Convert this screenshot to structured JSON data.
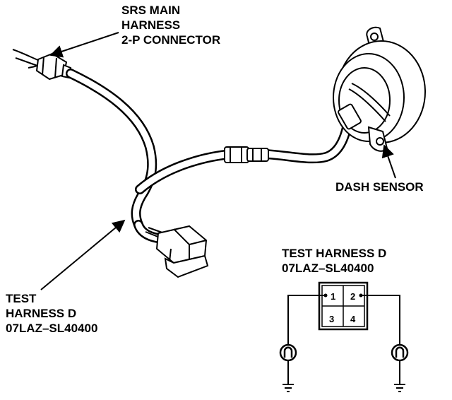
{
  "labels": {
    "srs_connector": [
      "SRS MAIN",
      "HARNESS",
      "2-P CONNECTOR"
    ],
    "dash_sensor": "DASH SENSOR",
    "test_harness_left": [
      "TEST",
      "HARNESS D",
      "07LAZ–SL40400"
    ],
    "test_harness_box": [
      "TEST HARNESS D",
      "07LAZ–SL40400"
    ]
  },
  "connector_pins": [
    "1",
    "2",
    "3",
    "4"
  ]
}
